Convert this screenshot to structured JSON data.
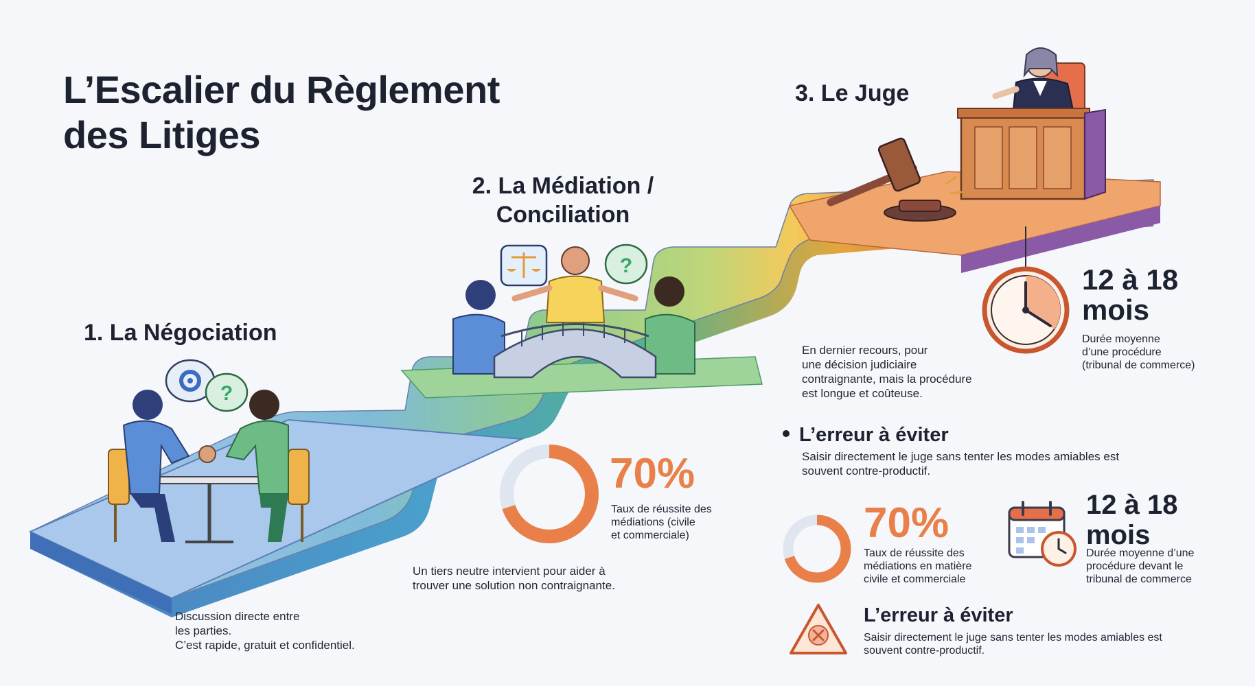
{
  "title": {
    "line1": "L’Escalier du Règlement",
    "line2": "des Litiges"
  },
  "colors": {
    "step1": "#7fb7dd",
    "step2": "#8cc98a",
    "step3_yellow": "#f4c95a",
    "step3_orange": "#ee8a4e",
    "step3_purple": "#8a5aa6",
    "accent": "#e9804a",
    "text": "#1d2230"
  },
  "steps": {
    "negociation": {
      "heading": "1. La Négociation",
      "desc_line1": "Discussion directe entre",
      "desc_line2": "les parties.",
      "desc_line3": "C’est rapide, gratuit et confidentiel.",
      "icons": [
        "gear-icon",
        "question-icon",
        "handshake-icon"
      ]
    },
    "mediation": {
      "heading_line1": "2. La Médiation /",
      "heading_line2": "Conciliation",
      "desc_line1": "Un tiers neutre intervient pour aider à",
      "desc_line2": "trouver une solution non contraignante.",
      "stat_value": "70%",
      "stat_percent": 70,
      "stat_line1": "Taux de réussite des",
      "stat_line2": "médiations (civile",
      "stat_line3": "et commerciale)",
      "icons": [
        "scales-icon",
        "question-icon",
        "bridge-icon"
      ]
    },
    "juge": {
      "heading": "3. Le Juge",
      "desc_line1": "En dernier recours, pour",
      "desc_line2": "une décision judiciaire",
      "desc_line3": "contraignante, mais la procédure",
      "desc_line4": "est longue et coûteuse.",
      "duration_line1": "12 à 18",
      "duration_line2": "mois",
      "duration_cap1": "Durée moyenne",
      "duration_cap2": "d’une procédure",
      "duration_cap3": "(tribunal de commerce)",
      "icons": [
        "gavel-icon",
        "judge-icon",
        "clock-icon"
      ]
    }
  },
  "warning_top": {
    "title": "L’erreur à éviter",
    "line1": "Saisir directement le juge sans tenter les modes amiables est",
    "line2": "souvent contre-productif."
  },
  "summary": {
    "stat_value": "70%",
    "stat_percent": 70,
    "stat_line1": "Taux de réussite des",
    "stat_line2": "médiations en matière",
    "stat_line3": "civile et commerciale",
    "duration_line1": "12 à 18",
    "duration_line2": "mois",
    "duration_cap1": "Durée moyenne d’une",
    "duration_cap2": "procédure devant le",
    "duration_cap3": "tribunal de commerce",
    "warn_title": "L’erreur à éviter",
    "warn_line1": "Saisir directement le juge sans tenter les modes amiables est",
    "warn_line2": "souvent contre-productif.",
    "icons": [
      "calendar-clock-icon",
      "warning-icon"
    ]
  }
}
